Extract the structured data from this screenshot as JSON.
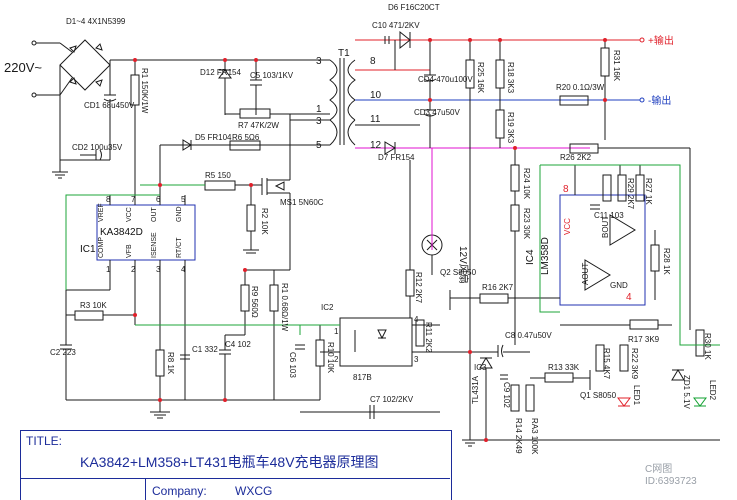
{
  "title_label": "TITLE:",
  "title_text": "KA3842+LM358+LT431电瓶车48V充电器原理图",
  "company_label": "Company:",
  "company_value": "WXCG",
  "watermark_right": "C网图\nID:6393723",
  "input_label": "220V~",
  "out_pos_label": "+输出",
  "out_neg_label": "-输出",
  "chips": {
    "ic1": {
      "ref": "IC1",
      "part": "KA3842D",
      "pins": [
        "VREF",
        "VCC",
        "OUT",
        "GND",
        "COMP",
        "VFB",
        "ISENSE",
        "RT/CT"
      ],
      "pin_numbers": [
        "8",
        "7",
        "6",
        "5",
        "1",
        "2",
        "3",
        "4"
      ]
    },
    "ic4": {
      "ref": "IC4",
      "part": "LM358D",
      "pins": [
        "VCC",
        "GND",
        "AOUT",
        "BOUT"
      ],
      "pin_numbers": [
        "8",
        "4"
      ]
    },
    "ic2": {
      "ref": "IC2",
      "part": "817B",
      "pin_numbers": [
        "1",
        "2",
        "3",
        "4"
      ]
    },
    "ic3": {
      "ref": "IC3",
      "part": "TL431A"
    },
    "t1": {
      "ref": "T1",
      "taps": [
        "3",
        "1",
        "3",
        "5",
        "8",
        "10",
        "11",
        "12"
      ]
    },
    "fan": {
      "label": "12V风扇"
    }
  },
  "components": [
    {
      "ref": "D1~4",
      "value": "4X1N5399"
    },
    {
      "ref": "CD1",
      "value": "68u450V"
    },
    {
      "ref": "R1",
      "value": "150K/1W"
    },
    {
      "ref": "D12",
      "value": "FR154"
    },
    {
      "ref": "C5",
      "value": "103/1KV"
    },
    {
      "ref": "R7",
      "value": "47K/2W"
    },
    {
      "ref": "D5",
      "value": "FR104"
    },
    {
      "ref": "R6",
      "value": "5Ω6"
    },
    {
      "ref": "CD2",
      "value": "100u35V"
    },
    {
      "ref": "R5",
      "value": "150"
    },
    {
      "ref": "MS1",
      "value": "5N60C"
    },
    {
      "ref": "R2",
      "value": "10K"
    },
    {
      "ref": "R3",
      "value": "10K"
    },
    {
      "ref": "C2",
      "value": "223"
    },
    {
      "ref": "R8",
      "value": "1K"
    },
    {
      "ref": "C1",
      "value": "332"
    },
    {
      "ref": "C4",
      "value": "102"
    },
    {
      "ref": "R9",
      "value": "560Ω"
    },
    {
      "ref": "R1b",
      "value": "0.68Ω/1W"
    },
    {
      "ref": "C6",
      "value": "103"
    },
    {
      "ref": "R10",
      "value": "10K"
    },
    {
      "ref": "D6",
      "value": "F16C20CT"
    },
    {
      "ref": "C10",
      "value": "471/2KV"
    },
    {
      "ref": "CD4",
      "value": "470u100V"
    },
    {
      "ref": "CD3",
      "value": "47u50V"
    },
    {
      "ref": "D7",
      "value": "FR154"
    },
    {
      "ref": "R25",
      "value": "16K"
    },
    {
      "ref": "R18",
      "value": "3K3"
    },
    {
      "ref": "R19",
      "value": "3K3"
    },
    {
      "ref": "R31",
      "value": "16K"
    },
    {
      "ref": "R20",
      "value": "0.1Ω/3W"
    },
    {
      "ref": "R26",
      "value": "2K2"
    },
    {
      "ref": "R24",
      "value": "10K"
    },
    {
      "ref": "R23",
      "value": "30K"
    },
    {
      "ref": "R29",
      "value": "2K7"
    },
    {
      "ref": "R27",
      "value": "1K"
    },
    {
      "ref": "C11",
      "value": "103"
    },
    {
      "ref": "R28",
      "value": "1K"
    },
    {
      "ref": "R12",
      "value": "2K7"
    },
    {
      "ref": "Q2",
      "value": "S8050"
    },
    {
      "ref": "R16",
      "value": "2K7"
    },
    {
      "ref": "R11",
      "value": "2K2"
    },
    {
      "ref": "C8",
      "value": "0.47u50V"
    },
    {
      "ref": "R17",
      "value": "3K9"
    },
    {
      "ref": "R30",
      "value": "1K"
    },
    {
      "ref": "C9",
      "value": "102"
    },
    {
      "ref": "R14",
      "value": "2K49"
    },
    {
      "ref": "RA3",
      "value": "100K"
    },
    {
      "ref": "R13",
      "value": "33K"
    },
    {
      "ref": "R15",
      "value": "4K7"
    },
    {
      "ref": "R22",
      "value": "3K9"
    },
    {
      "ref": "Q1",
      "value": "S8050"
    },
    {
      "ref": "LED1",
      "value": ""
    },
    {
      "ref": "LED2",
      "value": ""
    },
    {
      "ref": "ZD1",
      "value": "5.1V"
    },
    {
      "ref": "C7",
      "value": "102/2KV"
    }
  ]
}
